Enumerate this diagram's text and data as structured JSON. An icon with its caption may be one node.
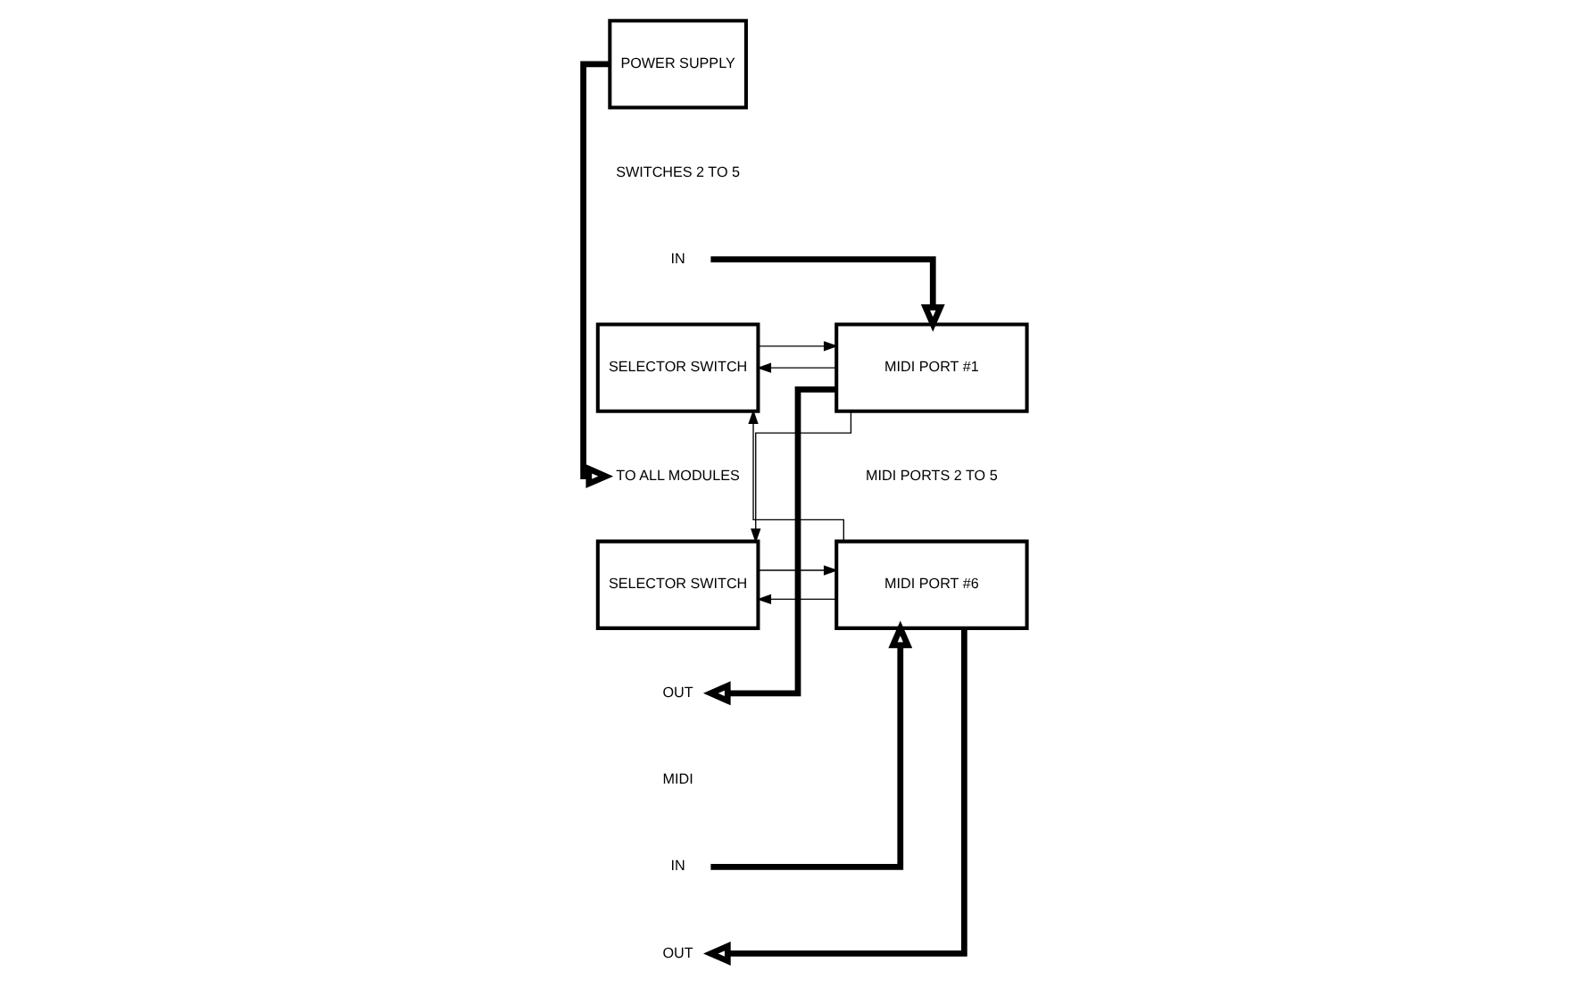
{
  "diagram": {
    "nodes": [
      {
        "text": [
          "POWER SUPPLY"
        ]
      },
      {
        "text": [
          "TO ALL MODULES"
        ]
      },
      {
        "text": [
          "IN"
        ]
      },
      {
        "text": [
          "MIDI PORT #1"
        ]
      },
      {
        "text": [
          "OUT"
        ]
      },
      {
        "text": [
          "SELECTOR SWITCH"
        ]
      },
      {
        "text": [
          "IN"
        ]
      },
      {
        "text": [
          "MIDI PORT #6"
        ]
      },
      {
        "text": [
          "OUT"
        ]
      },
      {
        "text": [
          "SELECTOR SWITCH"
        ]
      }
    ],
    "edges": [
      {
        "from": 0,
        "to": 1,
        "arrow": "to",
        "style": "thick"
      },
      {
        "from": 2,
        "to": 3,
        "arrow": "to",
        "style": "thick"
      },
      {
        "from": 3,
        "to": 4,
        "arrow": "to",
        "style": "thick"
      },
      {
        "from": 3,
        "to": 5,
        "arrow": "to"
      },
      {
        "from": 3,
        "to": 9,
        "arrow": "to"
      },
      {
        "from": 7,
        "to": 5,
        "arrow": "to"
      },
      {
        "from": 5,
        "to": 3,
        "arrow": "to"
      },
      {
        "from": 6,
        "to": 7,
        "arrow": "to",
        "style": "thick"
      },
      {
        "from": 7,
        "to": 8,
        "arrow": "to",
        "style": "thick"
      },
      {
        "from": 7,
        "to": 9,
        "arrow": "to"
      },
      {
        "from": 9,
        "to": 7,
        "arrow": "to"
      }
    ],
    "labels": [
      "MIDI",
      "MIDI PORTS 2 TO 5",
      "SWITCHES 2 TO 5"
    ]
  }
}
